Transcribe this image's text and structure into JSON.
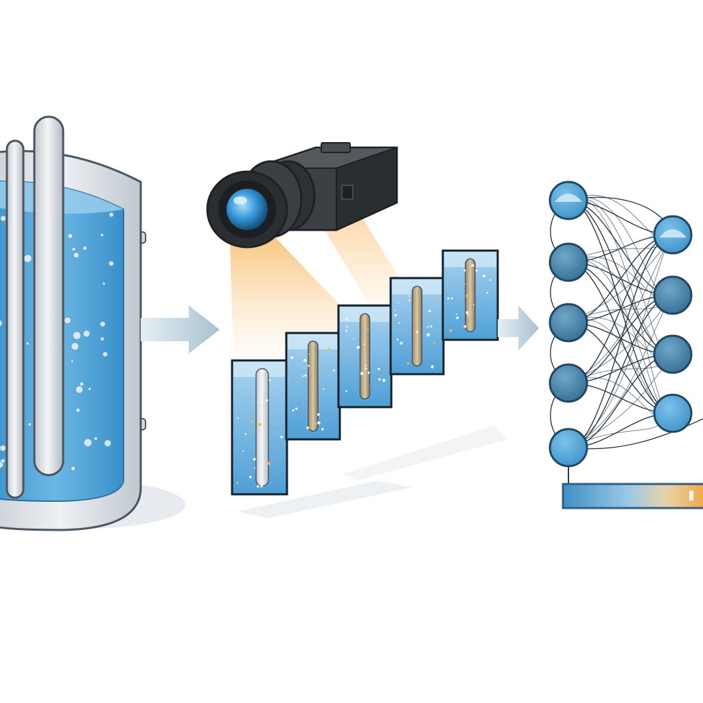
{
  "diagram": {
    "stages": [
      {
        "id": "tank",
        "name": "water-tank-with-electrodes"
      },
      {
        "id": "camera",
        "name": "imaging-camera"
      },
      {
        "id": "frames",
        "name": "captured-frame-sequence",
        "frame_count": 5
      },
      {
        "id": "network",
        "name": "neural-network",
        "input_nodes": 5,
        "output_nodes": 4
      },
      {
        "id": "output",
        "name": "output-gradient-bar"
      }
    ],
    "colors": {
      "water": "#4a9ed6",
      "water_dark": "#2f7fb8",
      "tank_metal": "#d7dde3",
      "outline": "#4a5560",
      "camera_body": "#3c4044",
      "lens": "#3aa0e0",
      "light_beam": "#f4a93a",
      "arrow": "#b9ccd9",
      "node_fill": "#3e7fa8",
      "node_light": "#57a8d9",
      "edge": "#2b3a47",
      "bar_blue": "#3d8fc8",
      "bar_orange": "#f2a33a"
    }
  }
}
